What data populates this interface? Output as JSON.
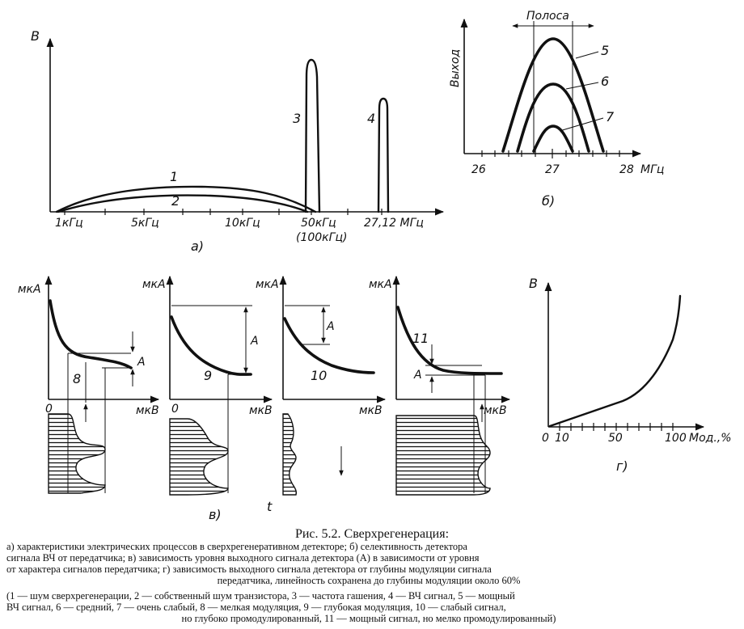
{
  "figure": {
    "panel_a": {
      "y_label": "В",
      "ticks": [
        "1кГц",
        "5кГц",
        "10кГц",
        "50кГц",
        "(100кГц)",
        "27,12 МГц"
      ],
      "curve_labels": [
        "1",
        "2",
        "3",
        "4"
      ],
      "panel_label": "а)"
    },
    "panel_b": {
      "y_label": "Выход",
      "band_label": "Полоса",
      "ticks": [
        "26",
        "27",
        "28",
        "МГц"
      ],
      "curve_labels": [
        "5",
        "6",
        "7"
      ],
      "panel_label": "б)"
    },
    "panel_v": {
      "y_label": "мкА",
      "x_label": "мкВ",
      "origin": "0",
      "amp_label": "А",
      "curve_labels": [
        "8",
        "9",
        "10",
        "11"
      ],
      "time_label": "t",
      "panel_label": "в)"
    },
    "panel_g": {
      "y_label": "В",
      "ticks": [
        "0",
        "10",
        "50",
        "100"
      ],
      "x_label": "Мод.,%",
      "panel_label": "г)"
    }
  },
  "caption": {
    "title": "Рис. 5.2. Сверхрегенерация:",
    "lines": [
      "а) характеристики электрических процессов в сверхрегенеративном детекторе;      б) селективность детектора",
      "сигнала ВЧ от передатчика; в) зависимость уровня выходного сигнала детектора (А)      в зависимости от уровня",
      "от характера сигналов передатчика; г) зависимость выходного сигнала детектора от      глубины модуляции сигнала",
      "передатчика, линейность сохранена до глубины модуляции около 60%",
      "(1 — шум сверхрегенерации, 2 — собственный шум транзистора, 3 — частота гашения, 4 — ВЧ сигнал, 5 — мощный",
      "ВЧ сигнал, 6 — средний, 7 — очень слабый, 8 — мелкая модуляция, 9 — глубокая модуляция, 10 — слабый сигнал,",
      "но глубоко промодулированный, 11 — мощный сигнал, но мелко промодулированный)"
    ]
  }
}
